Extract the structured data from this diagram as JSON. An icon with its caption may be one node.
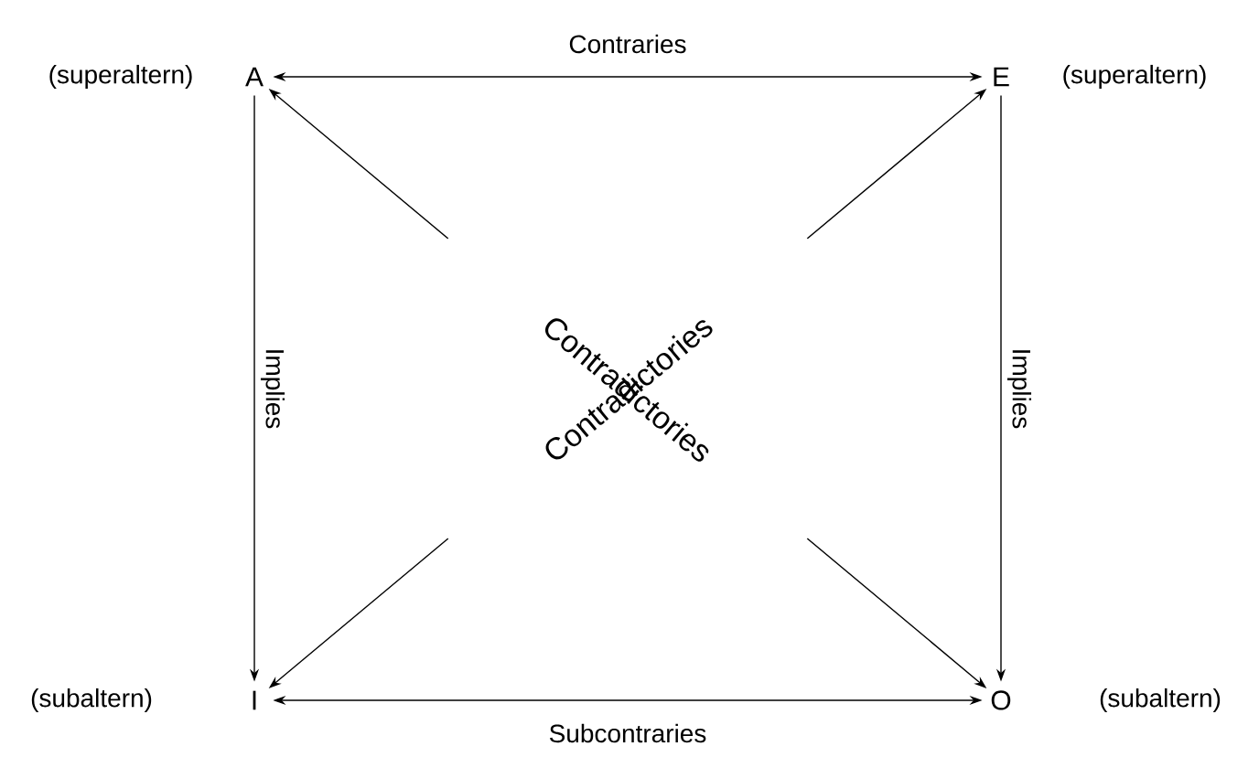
{
  "diagram": {
    "nodes": [
      {
        "text": [
          "A"
        ],
        "beside": [
          "(superaltern)"
        ]
      },
      {
        "text": [
          "E"
        ],
        "beside": [
          "(superaltern)"
        ]
      },
      {
        "text": [
          "I"
        ],
        "beside": [
          "(subaltern)"
        ]
      },
      {
        "text": [
          "O"
        ],
        "beside": [
          "(subaltern)"
        ]
      }
    ],
    "edges": [
      {
        "from": 0,
        "to": 1,
        "arrow": "both",
        "label": "Contraries"
      },
      {
        "from": 0,
        "to": 2,
        "arrow": "to",
        "label": "Implies"
      },
      {
        "from": 1,
        "to": 3,
        "arrow": "to",
        "label": "Implies"
      },
      {
        "from": 2,
        "to": 3,
        "arrow": "both",
        "label": "Subcontraries"
      },
      {
        "from": 0,
        "to": 3,
        "arrow": "both",
        "label": "Contradictories"
      },
      {
        "from": 1,
        "to": 2,
        "arrow": "both",
        "label": "Contradictories"
      }
    ]
  }
}
